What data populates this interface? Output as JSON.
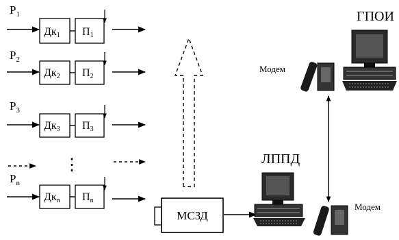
{
  "channels": [
    {
      "input": "P",
      "input_sub": "1",
      "sensor": "Дк",
      "sensor_sub": "1",
      "converter": "П",
      "converter_sub": "1"
    },
    {
      "input": "P",
      "input_sub": "2",
      "sensor": "Дк",
      "sensor_sub": "2",
      "converter": "П",
      "converter_sub": "2"
    },
    {
      "input": "P",
      "input_sub": "3",
      "sensor": "Дк",
      "sensor_sub": "3",
      "converter": "П",
      "converter_sub": "3"
    },
    {
      "input": "P",
      "input_sub": "n",
      "sensor": "Дк",
      "sensor_sub": "n",
      "converter": "П",
      "converter_sub": "n"
    }
  ],
  "ellipsis": "⋮",
  "mszd_label": "МСЗД",
  "lppd_label": "ЛППД",
  "gpoi_label": "ГПОИ",
  "modem_top_label": "Модем",
  "modem_bottom_label": "Модем"
}
